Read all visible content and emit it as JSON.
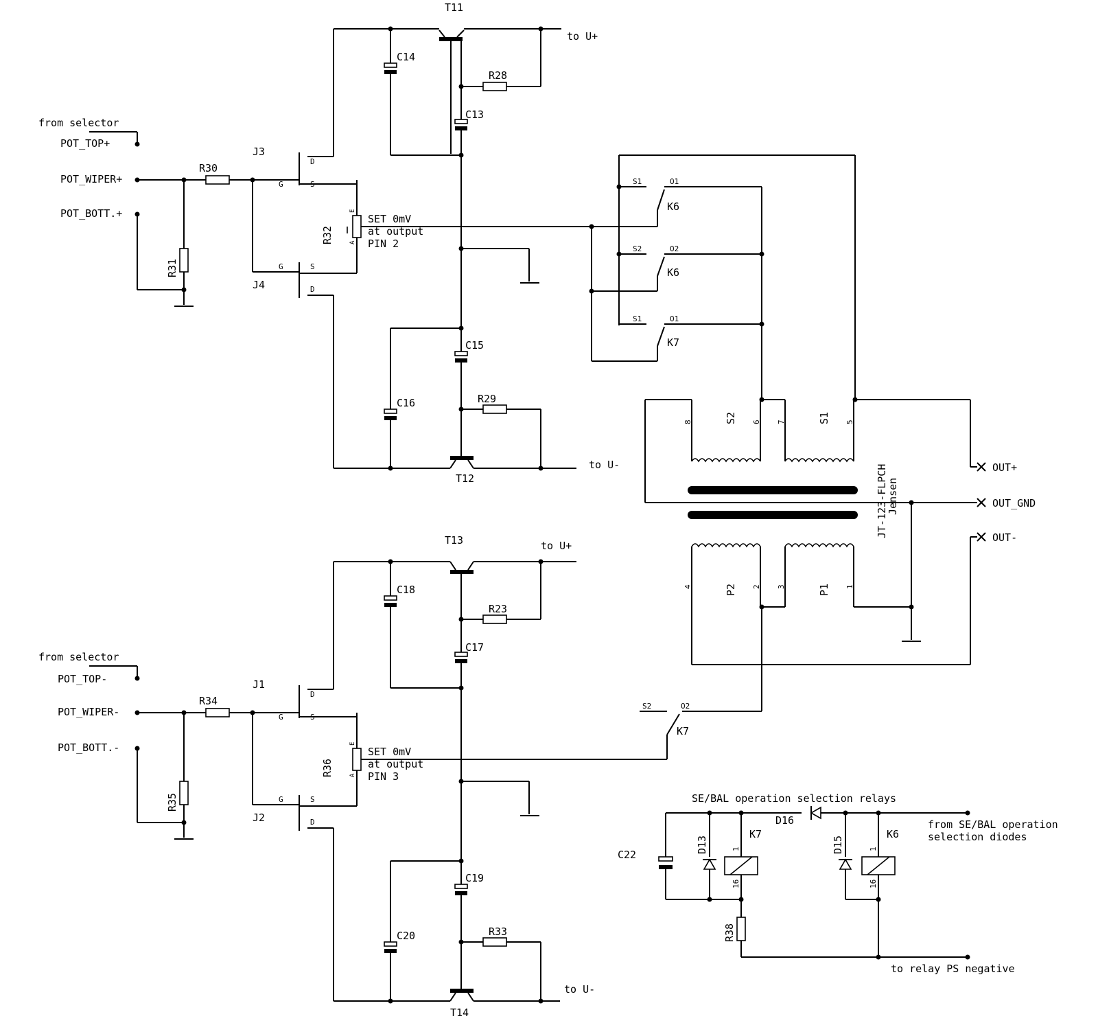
{
  "labels": {
    "T11": "T11",
    "T12": "T12",
    "T13": "T13",
    "T14": "T14",
    "to_uplus": "to U+",
    "to_uminus": "to U-",
    "C13": "C13",
    "C14": "C14",
    "C15": "C15",
    "C16": "C16",
    "C17": "C17",
    "C18": "C18",
    "C19": "C19",
    "C20": "C20",
    "C22": "C22",
    "R23": "R23",
    "R28": "R28",
    "R29": "R29",
    "R30": "R30",
    "R31": "R31",
    "R32": "R32",
    "R33": "R33",
    "R34": "R34",
    "R35": "R35",
    "R36": "R36",
    "R38": "R38",
    "J1": "J1",
    "J2": "J2",
    "J3": "J3",
    "J4": "J4",
    "K6": "K6",
    "K7": "K7",
    "D13": "D13",
    "D15": "D15",
    "D16": "D16",
    "from_selector": "from selector",
    "pot_top_p": "POT_TOP+",
    "pot_wiper_p": "POT_WIPER+",
    "pot_bott_p": "POT_BOTT.+",
    "pot_top_m": "POT_TOP-",
    "pot_wiper_m": "POT_WIPER-",
    "pot_bott_m": "POT_BOTT.-",
    "set_0mv": "SET 0mV",
    "at_output": "at output",
    "pin2": "PIN 2",
    "pin3": "PIN 3",
    "out_plus": "OUT+",
    "out_gnd": "OUT_GND",
    "out_minus": "OUT-",
    "transformer": "JT-123-FLPCH",
    "jensen": "Jensen",
    "S1": "S1",
    "S2": "S2",
    "P1": "P1",
    "P2": "P2",
    "O1": "O1",
    "O2": "O2",
    "relay_title": "SE/BAL operation selection relays",
    "from_sebal_1": "from SE/BAL operation",
    "from_sebal_2": "selection diodes",
    "to_relay_ps": "to relay PS negative",
    "pin1": "1",
    "pin16": "16",
    "pin8": "8",
    "pin7": "7",
    "pin4": "4",
    "pin3n": "3",
    "pin6": "6",
    "pin5": "5",
    "pin2n": "2",
    "pin1n": "1",
    "G": "G",
    "S": "S",
    "D": "D",
    "E": "E",
    "A": "A"
  }
}
